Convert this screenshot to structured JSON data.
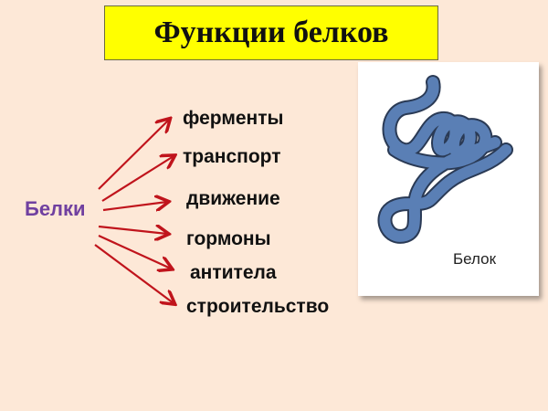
{
  "title": "Функции белков",
  "root_label": "Белки",
  "functions": [
    {
      "label": "ферменты"
    },
    {
      "label": "транспорт"
    },
    {
      "label": "движение"
    },
    {
      "label": "гормоны"
    },
    {
      "label": "антитела"
    },
    {
      "label": "строительство"
    }
  ],
  "image": {
    "caption": "Белок"
  },
  "colors": {
    "background": "#fde8d7",
    "title_bg": "#ffff00",
    "root_text": "#7040a0",
    "arrow": "#c0141c",
    "protein": "#5a7fb5"
  }
}
